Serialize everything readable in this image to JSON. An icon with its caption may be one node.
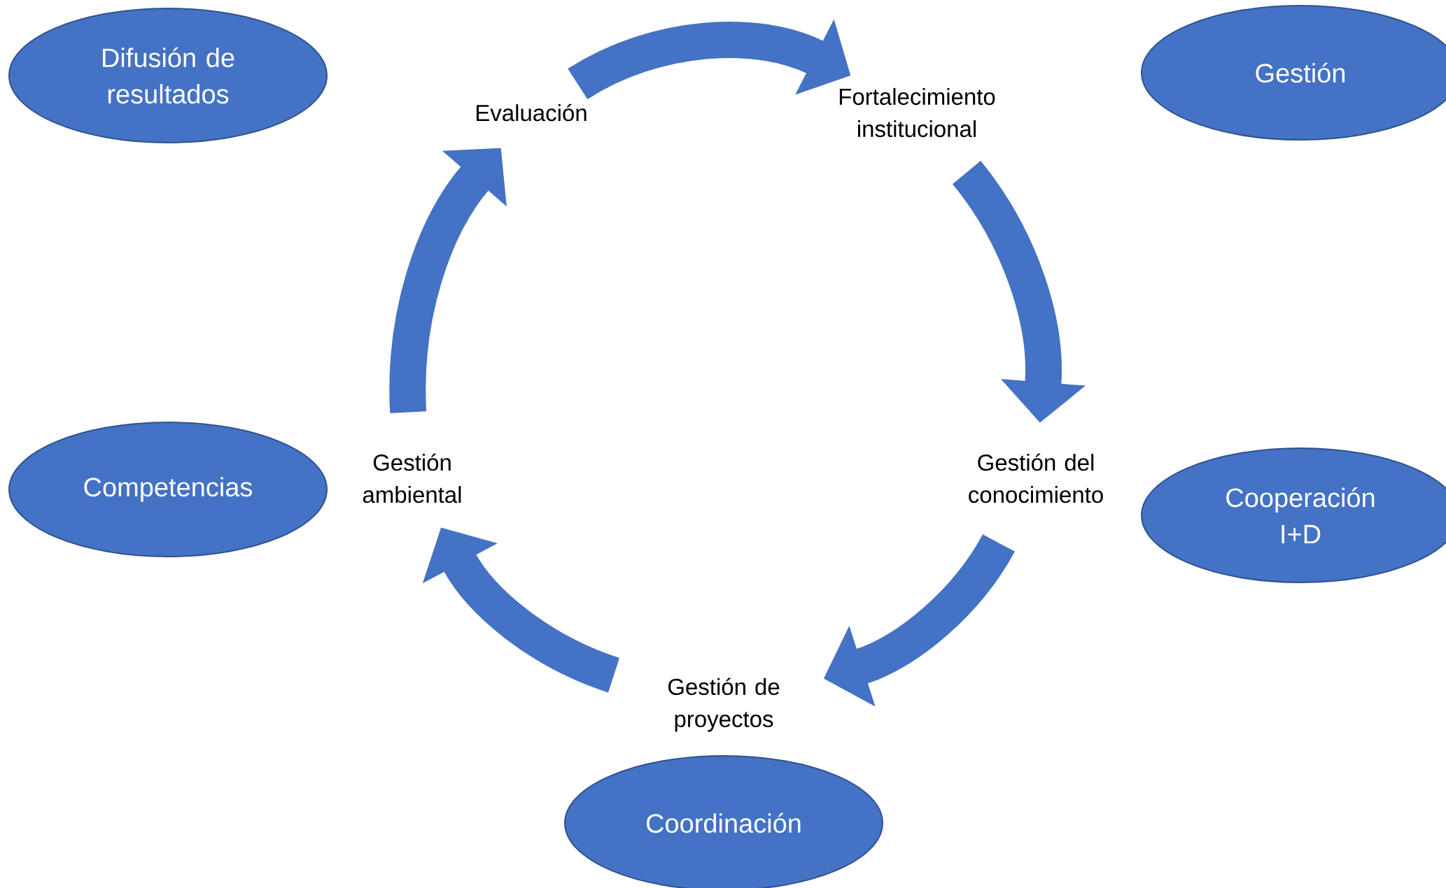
{
  "diagram": {
    "nodes": [
      {
        "text": [
          "Difusión de resultados"
        ]
      },
      {
        "text": [
          "Evaluación"
        ]
      },
      {
        "text": [
          "Fortalecimiento institucional"
        ]
      },
      {
        "text": [
          "Gestión"
        ]
      },
      {
        "text": [
          "Gestión del conocimiento"
        ]
      },
      {
        "text": [
          "Cooperación I+D"
        ]
      },
      {
        "text": [
          "Gestión de proyectos"
        ]
      },
      {
        "text": [
          "Coordinación"
        ]
      },
      {
        "text": [
          "Competencias"
        ]
      },
      {
        "text": [
          "Gestión ambiental"
        ]
      }
    ],
    "edges": [
      {
        "from": 1,
        "to": 2,
        "arrow": "to"
      },
      {
        "from": 2,
        "to": 4,
        "arrow": "to"
      },
      {
        "from": 4,
        "to": 6,
        "arrow": "to"
      },
      {
        "from": 6,
        "to": 9,
        "arrow": "to"
      },
      {
        "from": 9,
        "to": 1,
        "arrow": "to"
      }
    ]
  }
}
